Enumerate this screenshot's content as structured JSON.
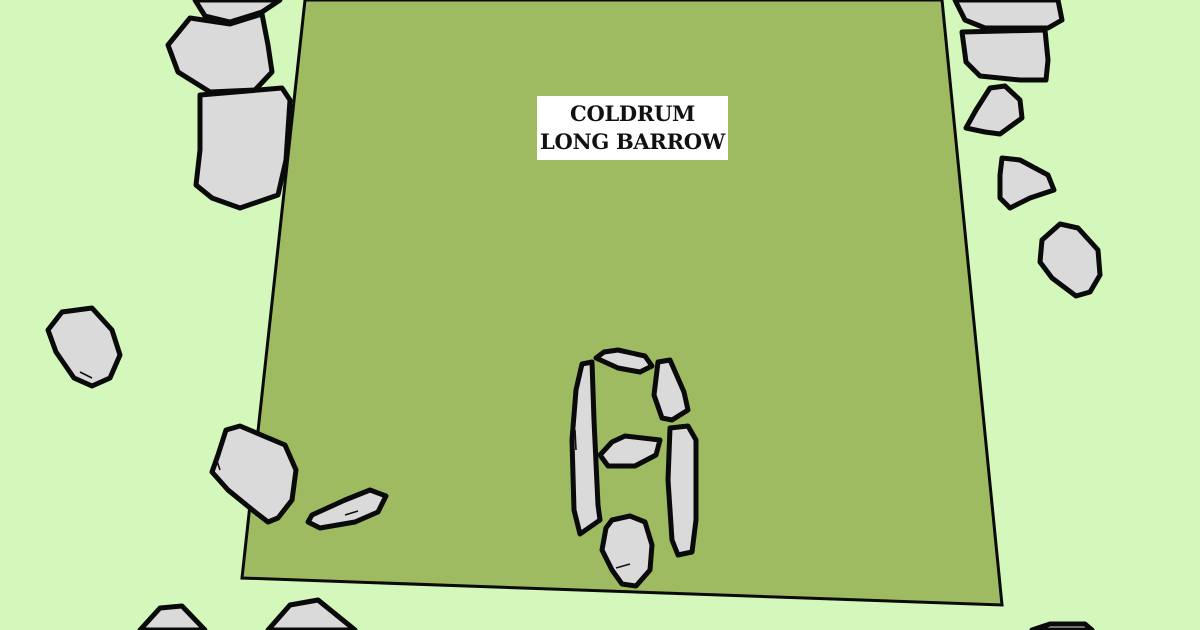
{
  "diagram": {
    "title_line1": "COLDRUM",
    "title_line2": "LONG BARROW",
    "colors": {
      "background_grass": "#d4f7bb",
      "barrow_mound": "#9ebb62",
      "stone_fill": "#dadada",
      "outline": "#0a0a0a",
      "label_background": "#ffffff"
    },
    "elements": {
      "barrow_area": "Trapezoidal mound outline",
      "chamber_stones": "Megalithic burial chamber (6 stones)",
      "kerb_stones_left": "Sarsen kerb stones along west side",
      "kerb_stones_right": "Sarsen kerb stones along east side",
      "scattered_stones": "Fallen stones south-west"
    }
  }
}
